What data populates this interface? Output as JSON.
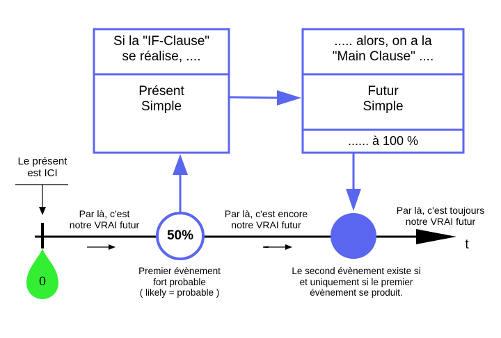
{
  "colors": {
    "accent": "#5b66f0",
    "timeline": "#000000",
    "start_drop": "#33ee33",
    "background": "#ffffff"
  },
  "box_left": {
    "header": "Si la \"IF-Clause\"\nse réalise, ....",
    "body": "Présent\nSimple"
  },
  "box_right": {
    "header": "..... alors, on a la\n\"Main Clause\" ....",
    "body": "Futur\nSimple",
    "footer": "...... à 100 %"
  },
  "timeline": {
    "present_label": "Le présent\nest ICI",
    "start_value": "0",
    "circle_percent": "50%",
    "axis_label": "t",
    "segment1": "Par là, c'est\nnotre VRAI futur",
    "segment2": "Par là, c'est encore\nnotre VRAI futur",
    "segment3": "Par là, c'est toujours\nnotre VRAI futur",
    "first_event": "Premier évènement\nfort probable\n( likely = probable )",
    "second_event": "Le second évènement existe si\net uniquement si le premier\névènement se produit."
  }
}
